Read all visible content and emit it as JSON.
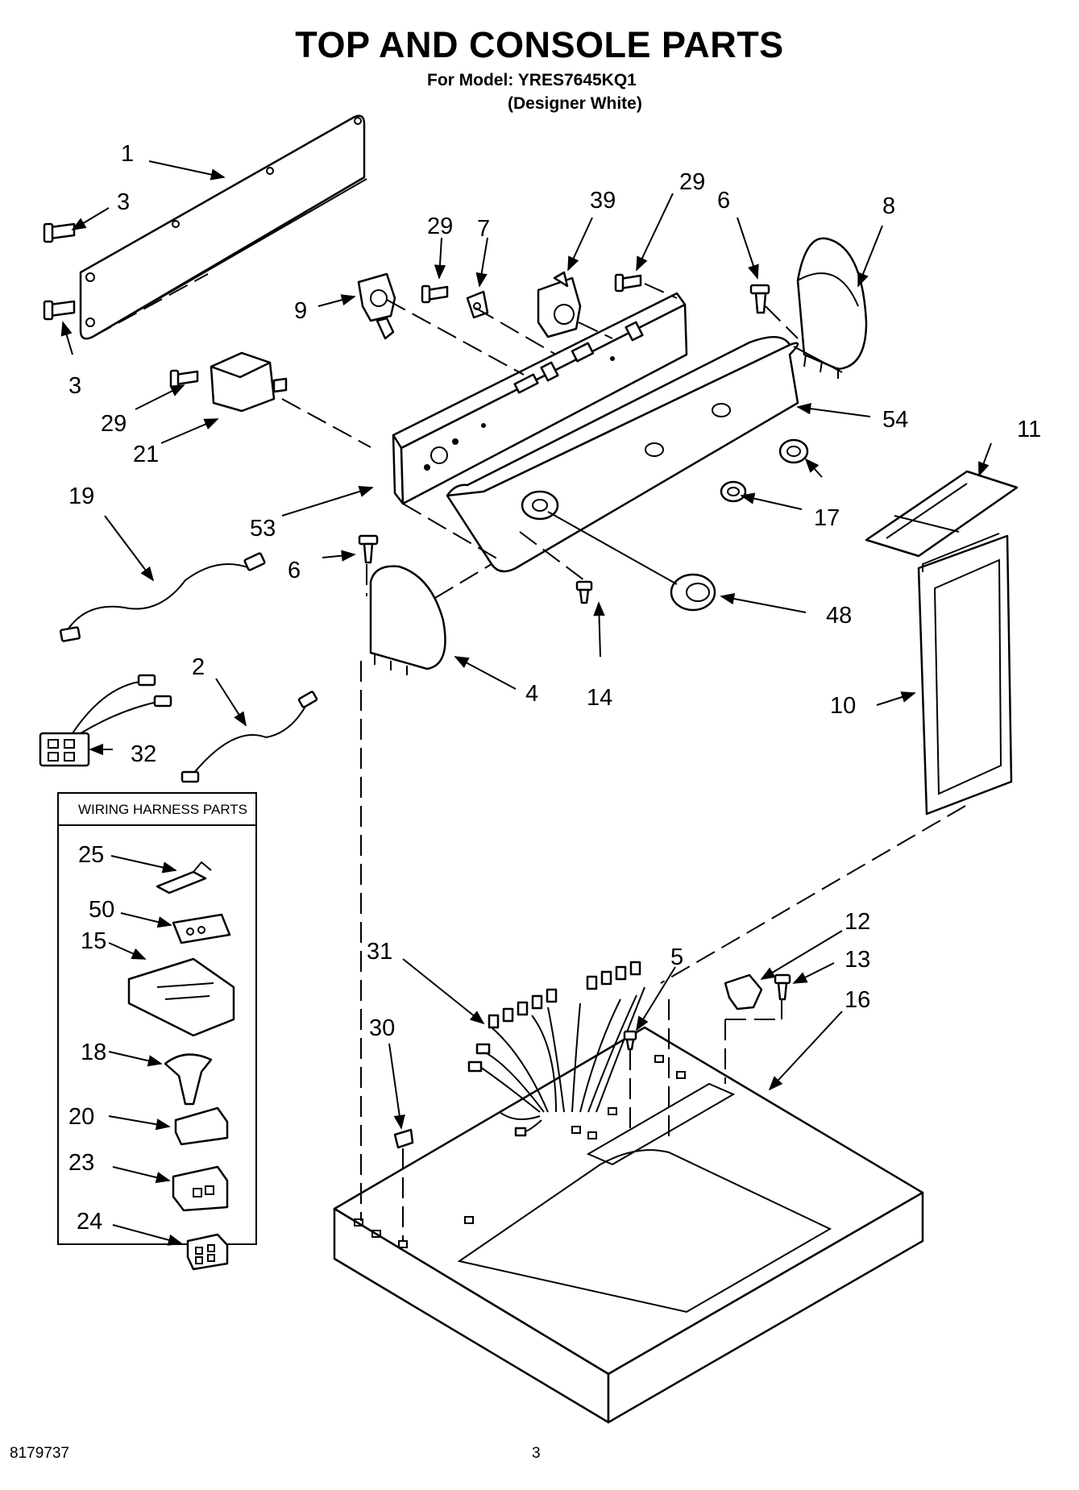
{
  "header": {
    "title": "TOP AND CONSOLE PARTS",
    "model_line": "For Model: YRES7645KQ1",
    "variant": "(Designer White)"
  },
  "footer": {
    "document_number": "8179737",
    "page_number": "3"
  },
  "wiring_box": {
    "title": "WIRING HARNESS PARTS"
  },
  "callouts": {
    "c1": "1",
    "c3a": "3",
    "c3b": "3",
    "c29a": "29",
    "c7": "7",
    "c39": "39",
    "c29b": "29",
    "c6a": "6",
    "c8": "8",
    "c9": "9",
    "c29c": "29",
    "c21": "21",
    "c54": "54",
    "c11": "11",
    "c19": "19",
    "c53": "53",
    "c17": "17",
    "c6b": "6",
    "c48": "48",
    "c2": "2",
    "c4": "4",
    "c14": "14",
    "c10": "10",
    "c32": "32",
    "c25": "25",
    "c50": "50",
    "c15": "15",
    "c18": "18",
    "c20": "20",
    "c23": "23",
    "c24": "24",
    "c12": "12",
    "c13": "13",
    "c16": "16",
    "c31": "31",
    "c5": "5",
    "c30": "30"
  }
}
